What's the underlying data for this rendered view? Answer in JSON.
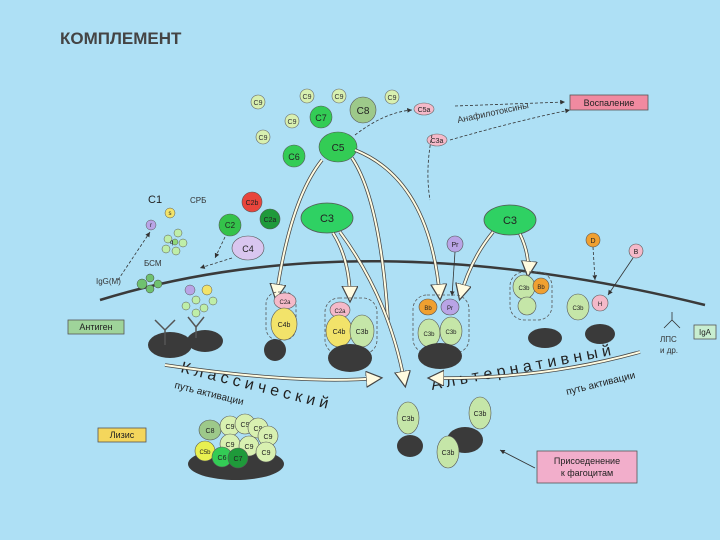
{
  "title": "КОМПЛЕМЕНТ",
  "boxes": {
    "inflammation": "Воспаление",
    "antigen": "Антиген",
    "lysis": "Лизис",
    "phagocyte_line1": "Присоеденение",
    "phagocyte_line2": "к фагоцитам",
    "iga": "IgA"
  },
  "labels": {
    "anaphylatoxins": "Анафилотоксины",
    "c1": "C1",
    "crp": "СРБ",
    "bsm": "БСМ",
    "igg": "IgG(M)",
    "lps_line1": "ЛПС",
    "lps_line2": "и др."
  },
  "pathways": {
    "classical_big": "К л а с с и ч е с к и й",
    "classical_small": "путь активации",
    "alternative_big": "А л ь т е р н а т и в н ы й",
    "alternative_small": "путь активации"
  },
  "components": {
    "c9": "C9",
    "c8": "C8",
    "c7": "C7",
    "c6": "C6",
    "c5": "C5",
    "c5a": "C5a",
    "c3a": "C3a",
    "c3": "C3",
    "c3b": "C3b",
    "c4": "C4",
    "c4b": "C4b",
    "c2": "C2",
    "c2a": "C2a",
    "c2b": "C2b",
    "q": "q",
    "r": "r",
    "s": "s",
    "d": "D",
    "b": "B",
    "bb": "Bb",
    "bb2": "Bb",
    "h": "H",
    "pr": "Pr",
    "c5b": "C5b"
  },
  "colors": {
    "background": "#aee0f5",
    "c3_green": "#2fd163",
    "c7_green": "#33cc55",
    "c8_olive": "#9dc98a",
    "c9_light": "#d8f0b0",
    "c4_lavender": "#d9c6ef",
    "c4b_yellow": "#f2e36a",
    "c2_green": "#34c24a",
    "c2b_red": "#e8453c",
    "c2a_pink": "#f4b9c9",
    "bb_orange": "#f0a030",
    "pr_purple": "#b9a4e6",
    "c3b_light": "#c5e6a8",
    "inflammation_box": "#f08aa0",
    "antigen_box": "#9fd49a",
    "lysis_box": "#f4d65c",
    "phagocyte_box": "#f2aecb",
    "iga_box": "#c8eed0",
    "membrane": "#3a3a3a",
    "cell_dark": "#3a3a3a"
  }
}
